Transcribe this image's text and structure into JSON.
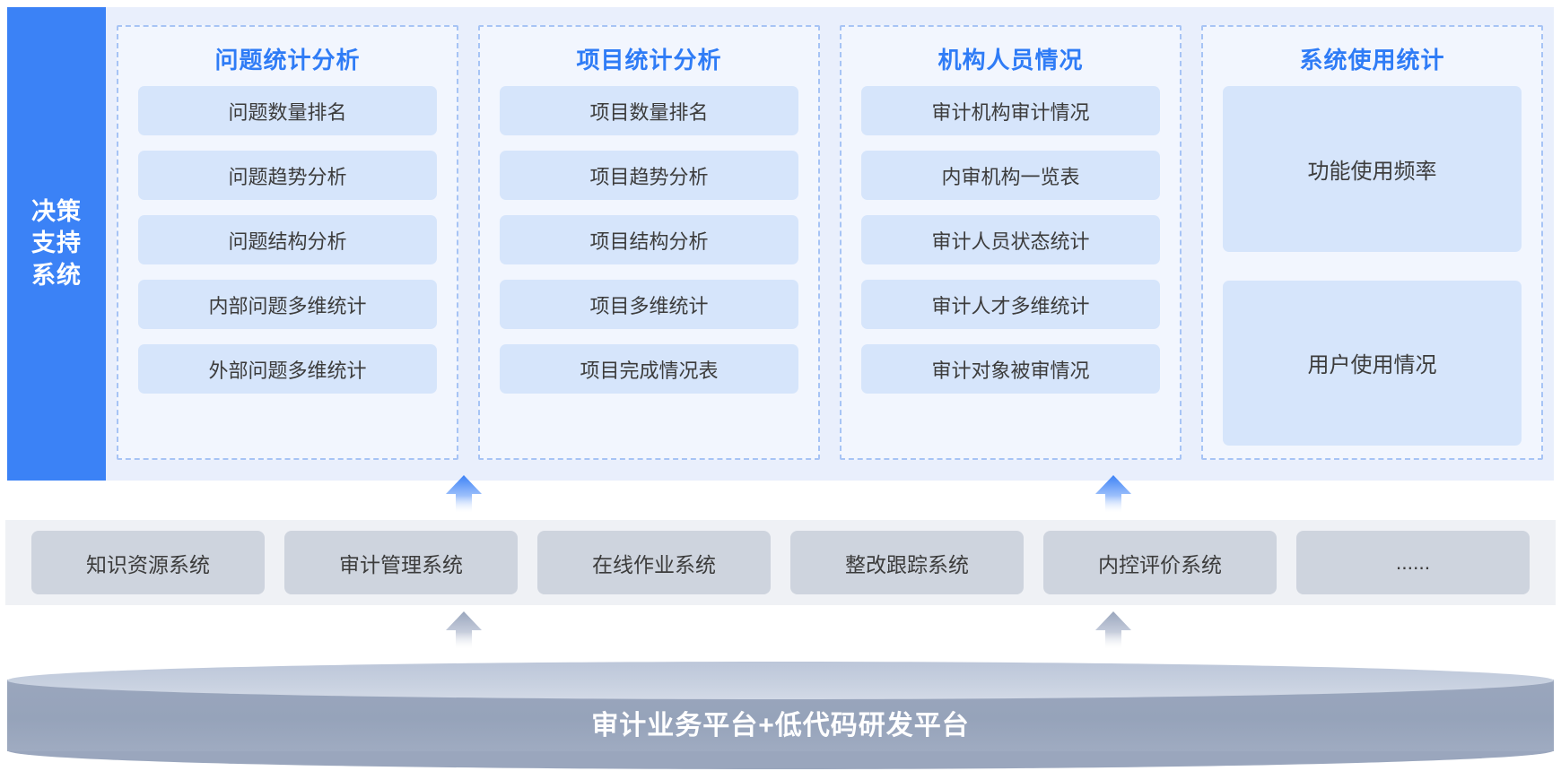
{
  "sidebar": {
    "lines": [
      "决策",
      "支持",
      "系统"
    ],
    "color": "#3b82f6"
  },
  "columns": [
    {
      "title": "问题统计分析",
      "items": [
        "问题数量排名",
        "问题趋势分析",
        "问题结构分析",
        "内部问题多维统计",
        "外部问题多维统计"
      ]
    },
    {
      "title": "项目统计分析",
      "items": [
        "项目数量排名",
        "项目趋势分析",
        "项目结构分析",
        "项目多维统计",
        "项目完成情况表"
      ]
    },
    {
      "title": "机构人员情况",
      "items": [
        "审计机构审计情况",
        "内审机构一览表",
        "审计人员状态统计",
        "审计人才多维统计",
        "审计对象被审情况"
      ]
    },
    {
      "title": "系统使用统计",
      "items": [
        "功能使用频率",
        "用户使用情况"
      ]
    }
  ],
  "systems": {
    "items": [
      "知识资源系统",
      "审计管理系统",
      "在线作业系统",
      "整改跟踪系统",
      "内控评价系统",
      "......"
    ]
  },
  "platform": {
    "label": "审计业务平台+低代码研发平台"
  },
  "colors": {
    "accent": "#3b82f6",
    "title_blue": "#2f7cf6",
    "panel_bg": "#e9effc",
    "column_bg": "#f2f6fe",
    "column_border": "#a7c4f5",
    "item_bg": "#d6e5fb",
    "band_bg": "#eff1f5",
    "sys_box_bg": "#ced4de",
    "cylinder": "#96a3ba"
  }
}
